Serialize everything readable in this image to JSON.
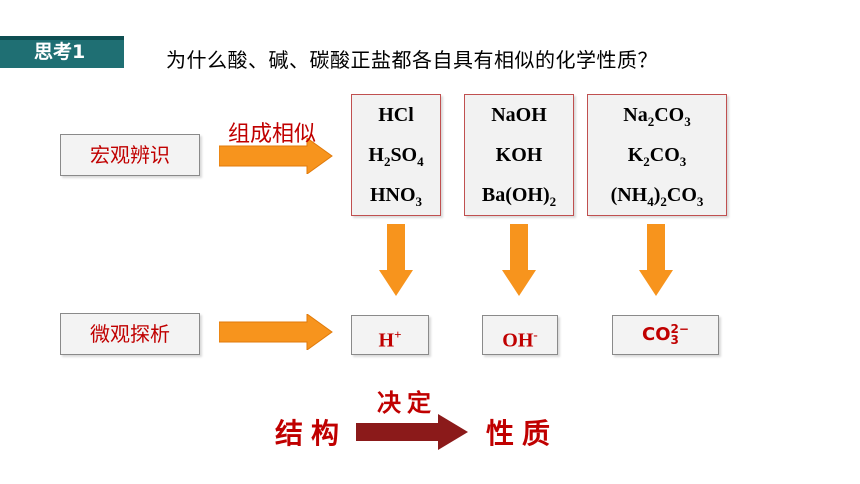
{
  "tag": "思考1",
  "question": "为什么酸、碱、碳酸正盐都各自具有相似的化学性质？",
  "macro_label": "宏观辨识",
  "micro_label": "微观探析",
  "composition_label": "组成相似",
  "acids": [
    "HCl",
    "H2SO4",
    "HNO3"
  ],
  "bases": [
    "NaOH",
    "KOH",
    "Ba(OH)2"
  ],
  "salts": [
    "Na2CO3",
    "K2CO3",
    "(NH4)2CO3"
  ],
  "ions": [
    "H+",
    "OH-",
    "CO3 2−"
  ],
  "structure": "结构",
  "determines": "决定",
  "property": "性质",
  "colors": {
    "accent": "#c00000",
    "arrow": "#f7941d",
    "tag": "#1f6f73",
    "dark_arrow": "#8b1a1a"
  }
}
